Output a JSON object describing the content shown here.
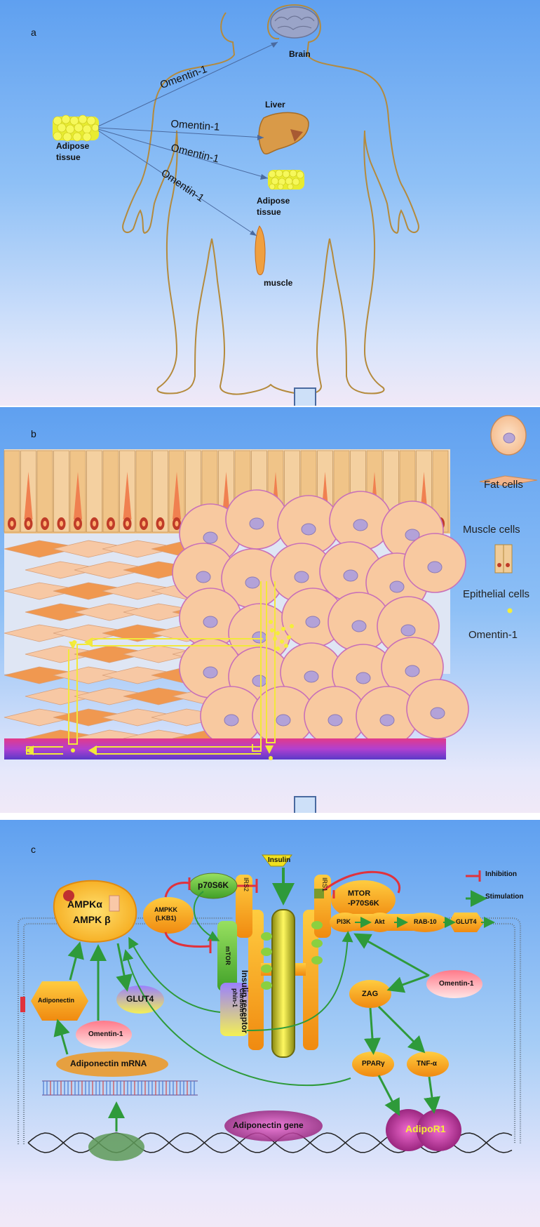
{
  "panel_a": {
    "letter": "a",
    "labels": {
      "brain": "Brain",
      "liver": "Liver",
      "adipose_source": "Adipose\ntissue",
      "adipose_target": "Adipose\ntissue",
      "muscle": "muscle"
    },
    "arrow_labels": [
      "Omentin-1",
      "Omentin-1",
      "Omentin-1",
      "Omentin-1"
    ]
  },
  "panel_b": {
    "letter": "b",
    "legend": [
      "Fat cells",
      "Muscle cells",
      "Epithelial cells",
      "Omentin-1"
    ]
  },
  "panel_c": {
    "letter": "c",
    "legend": {
      "inhibition": "Inhibition",
      "stimulation": "Stimulation"
    },
    "nodes": {
      "insulin": "Insulin",
      "insulin_receptor": "Insulin receptor",
      "irs2": "IRS2",
      "irs1": "IRS1",
      "ampk_alpha": "AMPKα",
      "ampk_beta": "AMPK β",
      "ampkk": "AMPKK\n(LKB1)",
      "p70s6k": "p70S6K",
      "mtor": "mTOR",
      "cardiotrophin": "Cardiotro\nphin-1",
      "mtor_p70s6k": "MTOR\n-P70S6K",
      "pi3k": "PI3K",
      "akt": "Akt",
      "rab10": "RAB-10",
      "glut4_right": "GLUT4",
      "glut4_left": "GLUT4",
      "adiponectin": "Adiponectin",
      "omentin_left": "Omentin-1",
      "omentin_right": "Omentin-1",
      "zag": "ZAG",
      "ppar": "PPARγ",
      "tnf": "TNF-α",
      "adiponectin_mrna": "Adiponectin mRNA",
      "adiponectin_gene": "Adiponectin gene",
      "adipor1": "AdipoR1"
    }
  },
  "colors": {
    "stimulation": "#2e9a3a",
    "inhibition": "#e0323c",
    "omentin_dot": "#f4ee3a",
    "fat_cell": "#f8c9a0",
    "muscle_cell": "#f0a060",
    "body_outline": "#b48a3c"
  }
}
